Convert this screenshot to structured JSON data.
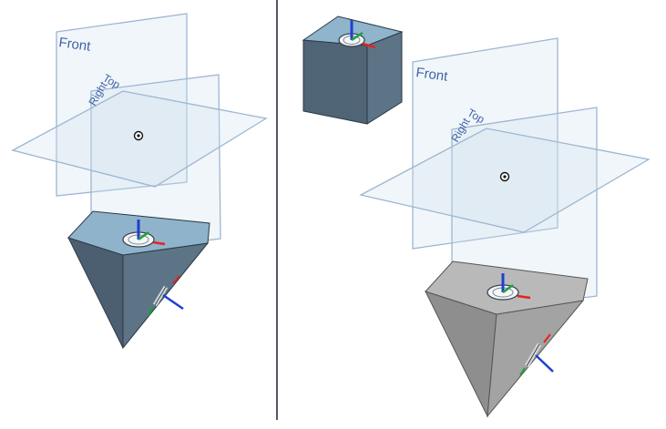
{
  "left_view": {
    "plane_labels": {
      "front": "Front",
      "top": "Top",
      "right": "Right"
    },
    "part": "pyramid"
  },
  "right_view": {
    "plane_labels": {
      "front": "Front",
      "top": "Top",
      "right": "Right"
    },
    "part": "pyramid",
    "view_cube": "view-cube"
  },
  "colors": {
    "plane_stroke": "#9db6d2",
    "plane_label": "#3f63a6",
    "part_top_blue": "#8fb4cc",
    "part_side_dark": "#4f6474",
    "part_gray": "#a9a9a9",
    "divider": "#555566",
    "triad_x": "#e0261c",
    "triad_y": "#1aa33a",
    "triad_z": "#1f3fd1"
  }
}
